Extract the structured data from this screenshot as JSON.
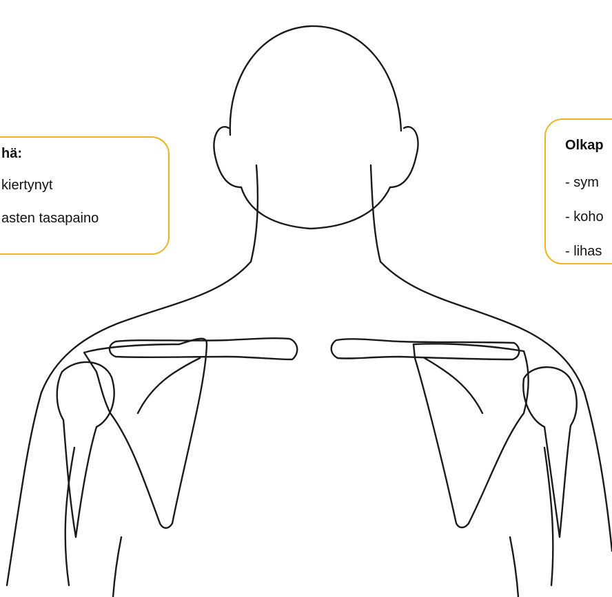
{
  "callout_left": {
    "title": "hä:",
    "lines": [
      "kiertynyt",
      "asten tasapaino"
    ]
  },
  "callout_right": {
    "title": "Olkap",
    "lines": [
      "- sym",
      "- koho",
      "- lihas"
    ]
  },
  "colors": {
    "callout_border": "#f2b21b",
    "line_art": "#1a1a1a"
  }
}
